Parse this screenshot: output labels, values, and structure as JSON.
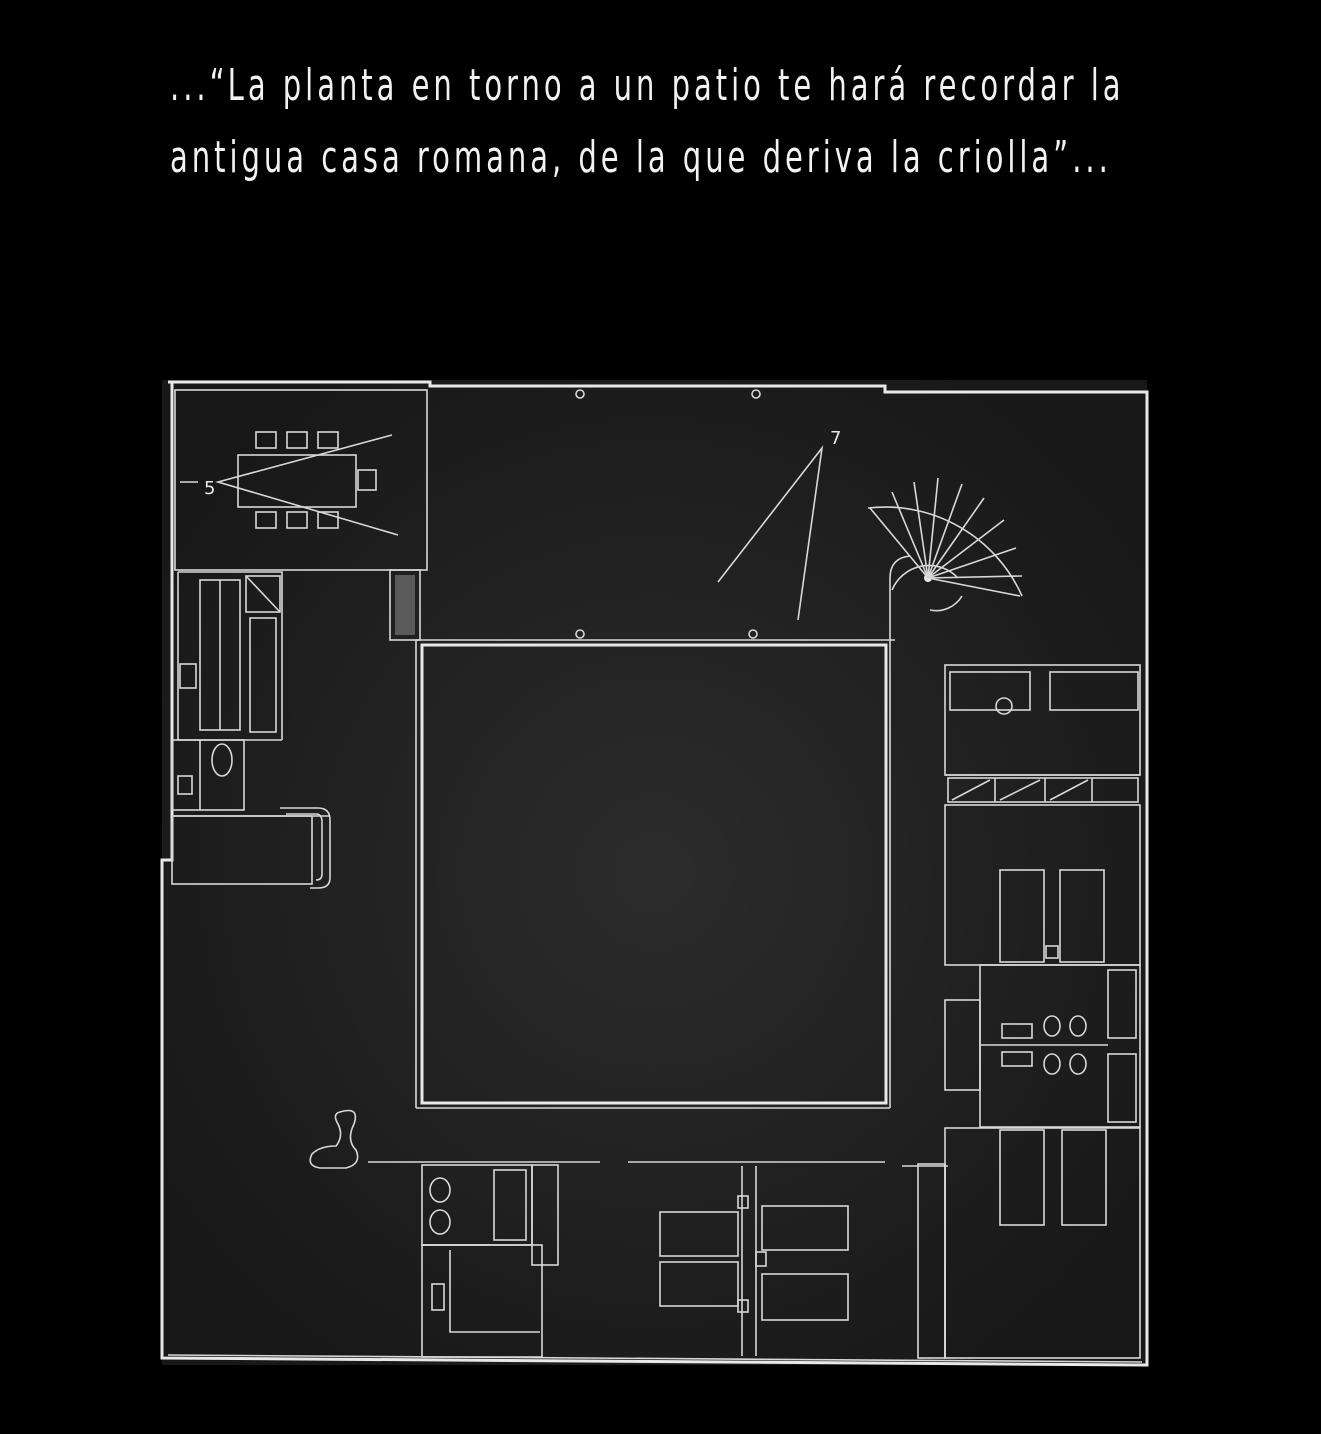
{
  "quote": {
    "line1": "...“La planta en torno a un patio te hará recordar la",
    "line2": "antigua casa romana, de la que deriva la criolla”..."
  },
  "plan": {
    "view_labels": [
      "5",
      "7"
    ],
    "colors": {
      "background": "#000000",
      "lines": "#e8e8e8"
    }
  }
}
